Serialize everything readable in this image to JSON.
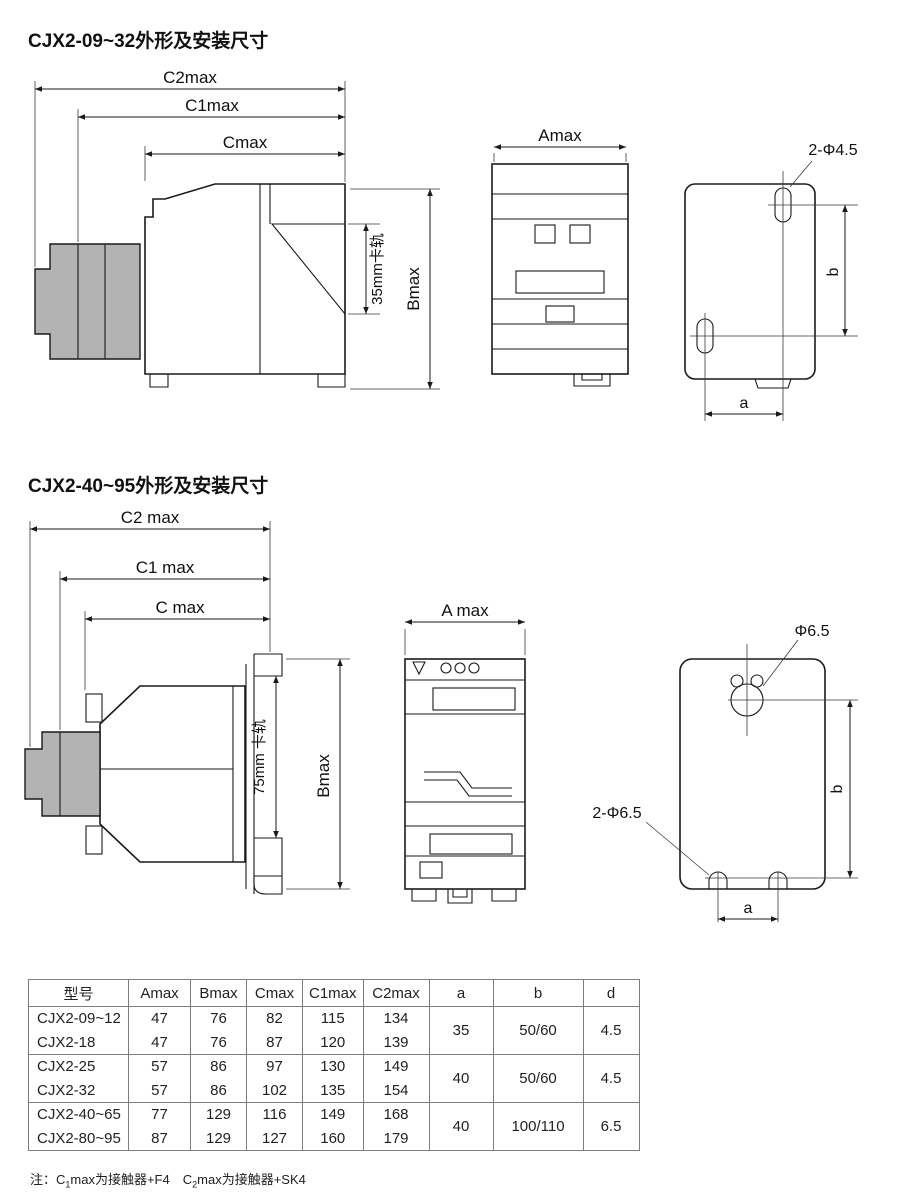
{
  "section1": {
    "title": "CJX2-09~32外形及安装尺寸",
    "side": {
      "c2": "C2max",
      "c1": "C1max",
      "c": "Cmax",
      "b": "Bmax",
      "rail": "35mm卡轨"
    },
    "front": {
      "a": "Amax"
    },
    "mount": {
      "holes": "2-Φ4.5",
      "b": "b",
      "a": "a"
    }
  },
  "section2": {
    "title": "CJX2-40~95外形及安装尺寸",
    "side": {
      "c2": "C2 max",
      "c1": "C1 max",
      "c": "C max",
      "b": "Bmax",
      "rail": "75mm 卡轨"
    },
    "front": {
      "a": "A max"
    },
    "mount": {
      "hole_top": "Φ6.5",
      "holes_bottom": "2-Φ6.5",
      "b": "b",
      "a": "a"
    }
  },
  "table": {
    "headers": [
      "型号",
      "Amax",
      "Bmax",
      "Cmax",
      "C1max",
      "C2max",
      "a",
      "b",
      "d"
    ],
    "groups": [
      {
        "a": "35",
        "b": "50/60",
        "d": "4.5",
        "rows": [
          {
            "model": "CJX2-09~12",
            "amax": "47",
            "bmax": "76",
            "cmax": "82",
            "c1max": "115",
            "c2max": "134"
          },
          {
            "model": "CJX2-18",
            "amax": "47",
            "bmax": "76",
            "cmax": "87",
            "c1max": "120",
            "c2max": "139"
          }
        ]
      },
      {
        "a": "40",
        "b": "50/60",
        "d": "4.5",
        "rows": [
          {
            "model": "CJX2-25",
            "amax": "57",
            "bmax": "86",
            "cmax": "97",
            "c1max": "130",
            "c2max": "149"
          },
          {
            "model": "CJX2-32",
            "amax": "57",
            "bmax": "86",
            "cmax": "102",
            "c1max": "135",
            "c2max": "154"
          }
        ]
      },
      {
        "a": "40",
        "b": "100/110",
        "d": "6.5",
        "rows": [
          {
            "model": "CJX2-40~65",
            "amax": "77",
            "bmax": "129",
            "cmax": "116",
            "c1max": "149",
            "c2max": "168"
          },
          {
            "model": "CJX2-80~95",
            "amax": "87",
            "bmax": "129",
            "cmax": "127",
            "c1max": "160",
            "c2max": "179"
          }
        ]
      }
    ]
  },
  "note": {
    "p1": "注：C",
    "s1": "1",
    "p2": "max为接触器+F4　C",
    "s2": "2",
    "p3": "max为接触器+SK4"
  }
}
